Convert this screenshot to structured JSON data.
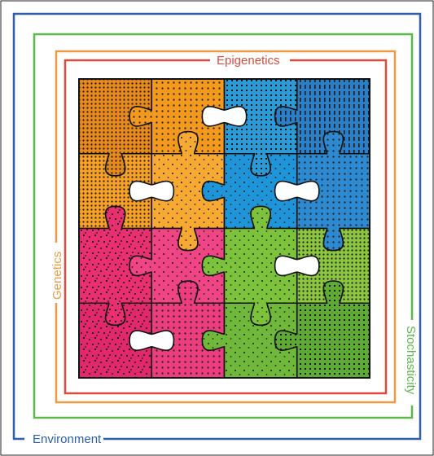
{
  "frames": {
    "environment": {
      "label": "Environment",
      "color": "#2f5fa6"
    },
    "stochasticity": {
      "label": "Stochasticity",
      "color": "#5cb84a"
    },
    "genetics": {
      "label": "Genetics",
      "color": "#ee9a45"
    },
    "epigenetics": {
      "label": "Epigenetics",
      "color": "#dc4a3c"
    }
  },
  "puzzle": {
    "pieces": [
      {
        "color": "#e8891c",
        "pattern": "dense-dots"
      },
      {
        "color": "#f39a1e",
        "pattern": "dots"
      },
      {
        "color": "#2d9ad6",
        "pattern": "grid-dots"
      },
      {
        "color": "#2b7fc7",
        "pattern": "vertical-stripes"
      },
      {
        "color": "#f6a126",
        "pattern": "dense-dots"
      },
      {
        "color": "#f8a932",
        "pattern": "sparse-dots"
      },
      {
        "color": "#1e95d8",
        "pattern": "sparse-dots"
      },
      {
        "color": "#2e8ad0",
        "pattern": "dots"
      },
      {
        "color": "#ea2f70",
        "pattern": "random-dots"
      },
      {
        "color": "#f04585",
        "pattern": "sparse-dots"
      },
      {
        "color": "#7cc23a",
        "pattern": "sparse-dots"
      },
      {
        "color": "#8cc63f",
        "pattern": "dense-dots"
      },
      {
        "color": "#e0286a",
        "pattern": "random-dots"
      },
      {
        "color": "#ec3e7e",
        "pattern": "dots"
      },
      {
        "color": "#6fb83a",
        "pattern": "sparse-dots"
      },
      {
        "color": "#5faa36",
        "pattern": "grid-dots"
      }
    ]
  }
}
